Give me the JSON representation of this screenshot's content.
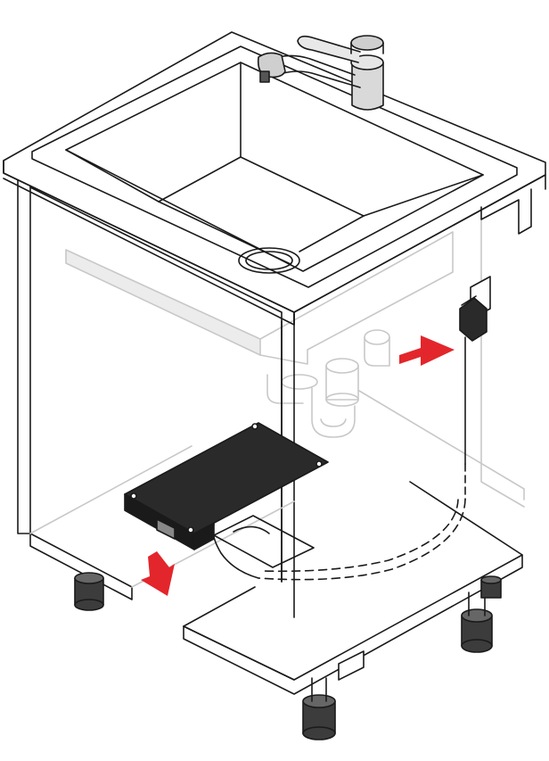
{
  "illustration": {
    "subject": "sink-base-cabinet-installation",
    "colors": {
      "line": "#1a1a1a",
      "ghost": "#c8c8c8",
      "ghost_fill": "#ececec",
      "arrow": "#e3262b",
      "unit_fill": "#2a2a2a",
      "foot_fill": "#3c3c3c",
      "background": "#ffffff"
    },
    "arrows": [
      {
        "id": "plug-arrow",
        "direction": "right"
      },
      {
        "id": "unit-arrow",
        "direction": "down"
      }
    ],
    "parts": [
      "cabinet",
      "sink",
      "faucet",
      "drain-trap",
      "power-socket",
      "control-unit",
      "cable",
      "adjustable-feet",
      "floor-panel"
    ]
  }
}
